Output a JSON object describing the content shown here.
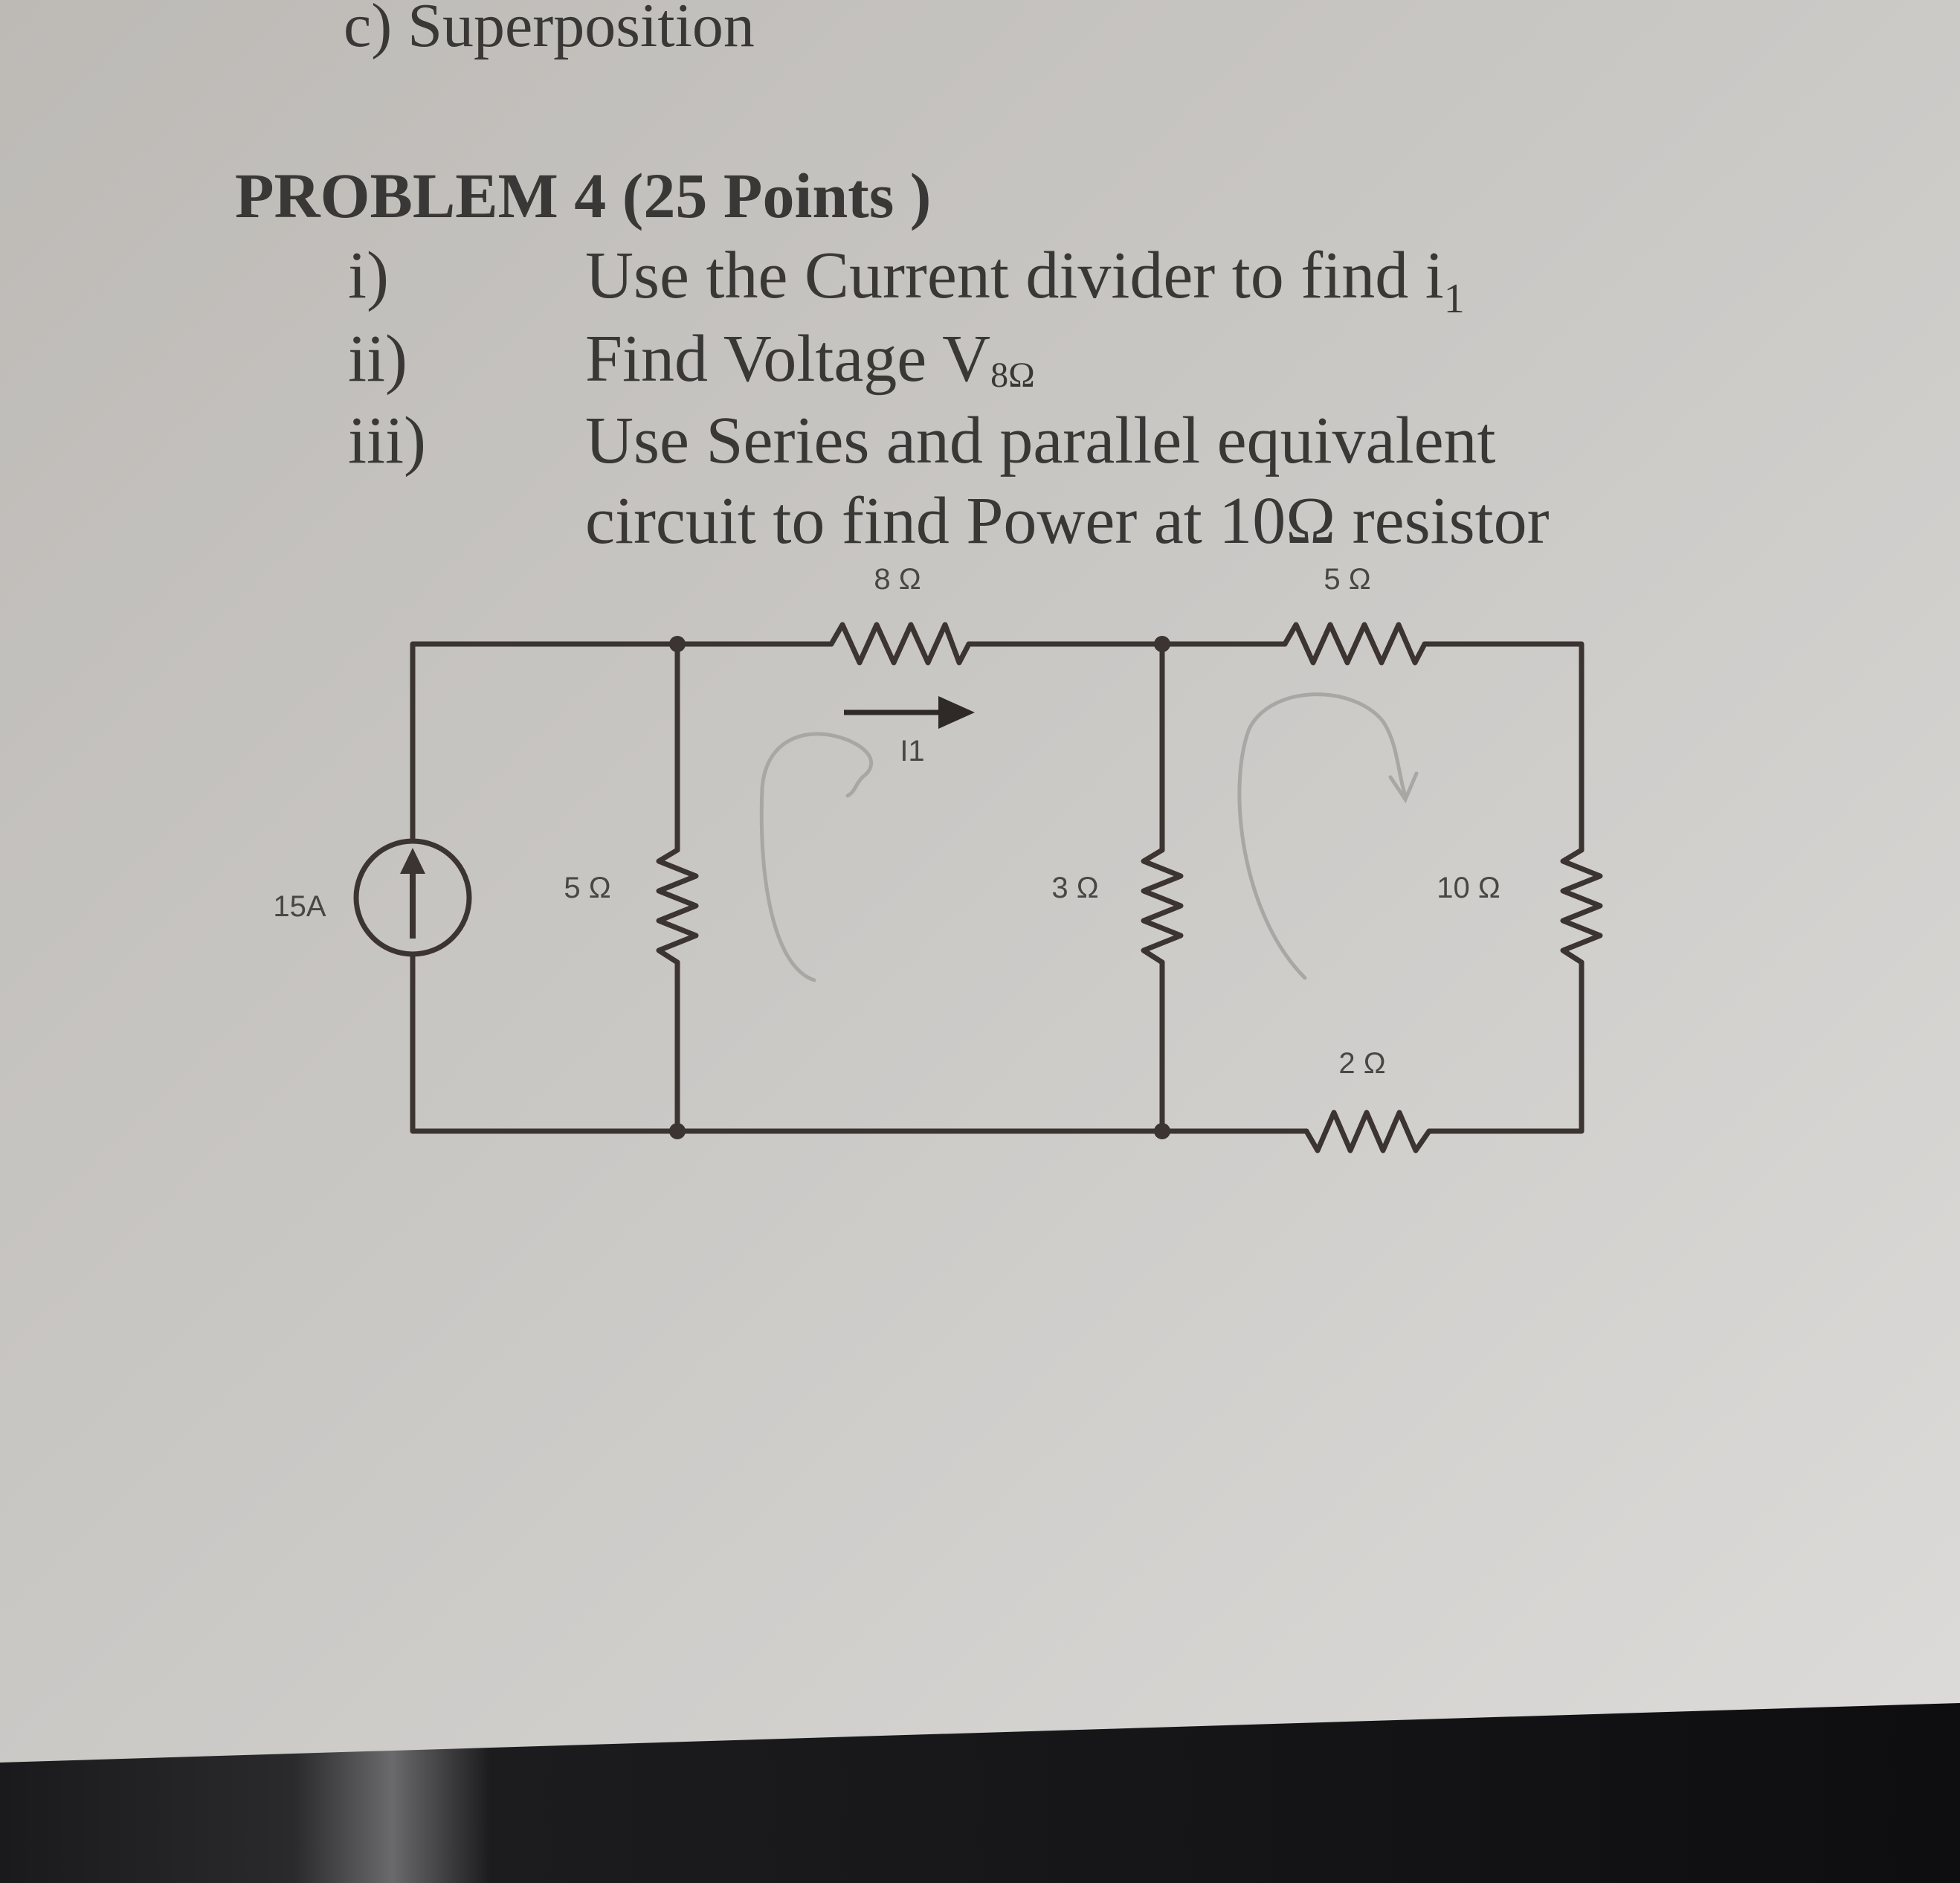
{
  "prev_item": "c)  Superposition",
  "problem": {
    "title": "PROBLEM 4  (25 Points )",
    "items": [
      {
        "num": "i)",
        "text": "Use the Current divider to find i",
        "sub": "1"
      },
      {
        "num": "ii)",
        "text": "Find Voltage V",
        "sub": "8Ω"
      },
      {
        "num": "iii)",
        "text": "Use Series and parallel equivalent",
        "cont": "circuit to find Power at 10Ω resistor"
      }
    ]
  },
  "circuit": {
    "source_label": "15A",
    "r_top_left": "8 Ω",
    "r_top_right": "5 Ω",
    "r_left": "5 Ω",
    "r_mid": "3 Ω",
    "r_right": "10 Ω",
    "r_bottom": "2 Ω",
    "current_label": "I1"
  }
}
